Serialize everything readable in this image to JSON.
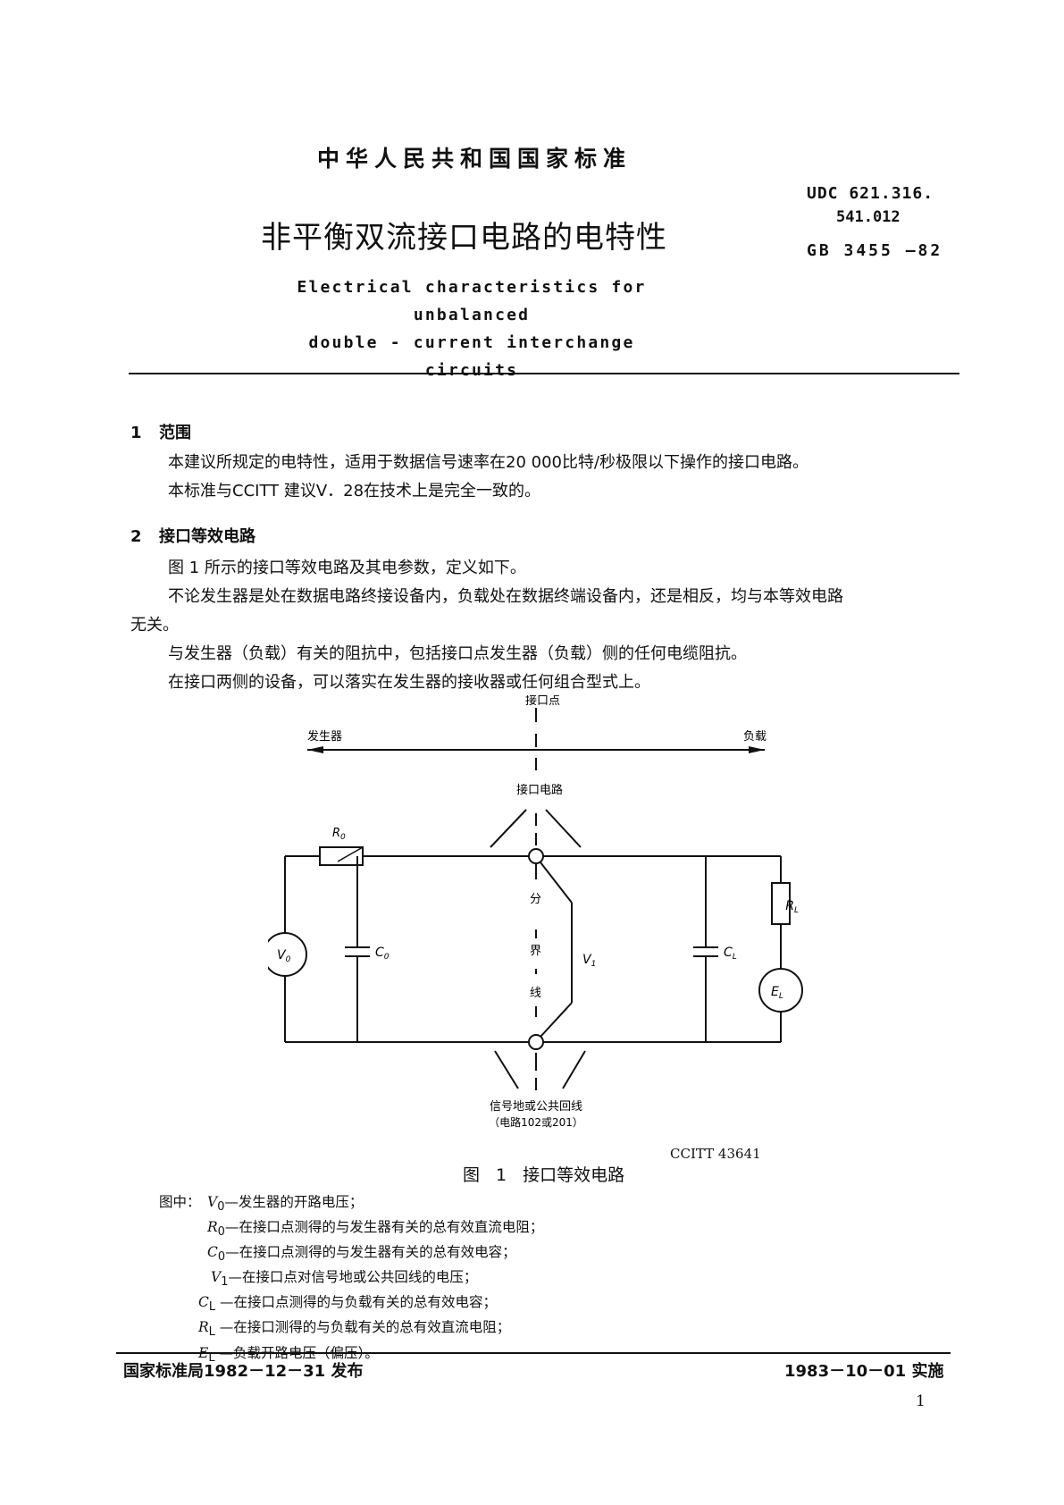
{
  "header": {
    "org": "中华人民共和国国家标准",
    "title_cn": "非平衡双流接口电路的电特性",
    "title_en_line1": "Electrical characteristics for unbalanced",
    "title_en_line2": "double - current interchange circuits",
    "udc_line1": "UDC  621.316.",
    "udc_line2": "541.012",
    "gb": "GB 3455 —82"
  },
  "sections": [
    {
      "num": "1",
      "heading": "范围",
      "paragraphs": [
        "本建议所规定的电特性，适用于数据信号速率在20 000比特/秒极限以下操作的接口电路。",
        "本标准与CCITT 建议V．28在技术上是完全一致的。"
      ]
    },
    {
      "num": "2",
      "heading": "接口等效电路",
      "paragraphs": [
        "图 1 所示的接口等效电路及其电参数，定义如下。",
        "不论发生器是处在数据电路终接设备内，负载处在数据终端设备内，还是相反，均与本等效电路",
        "无关。",
        "与发生器（负载）有关的阻抗中，包括接口点发生器（负载）侧的任何电缆阻抗。",
        "在接口两侧的设备，可以落实在发生器的接收器或任何组合型式上。"
      ]
    }
  ],
  "diagram": {
    "interface_point": "接口点",
    "generator": "发生器",
    "load": "负载",
    "interchange_circuit": "接口电路",
    "divider_chars": [
      "分",
      "界",
      "线"
    ],
    "ground_line1": "信号地或公共回线",
    "ground_line2": "（电路102或201）",
    "r0": "R",
    "r0_sub": "0",
    "c0": "C",
    "c0_sub": "0",
    "v0": "V",
    "v0_sub": "0",
    "v1": "V",
    "v1_sub": "1",
    "cl": "C",
    "cl_sub": "L",
    "rl": "R",
    "rl_sub": "L",
    "el": "E",
    "el_sub": "L"
  },
  "figure": {
    "ref": "CCITT  43641",
    "caption": "图 1  接口等效电路"
  },
  "legend": {
    "intro": "图中：",
    "items": [
      {
        "sym": "V",
        "sub": "0",
        "text": "—发生器的开路电压；"
      },
      {
        "sym": "R",
        "sub": "0",
        "text": "—在接口点测得的与发生器有关的总有效直流电阻；"
      },
      {
        "sym": "C",
        "sub": "0",
        "text": "—在接口点测得的与发生器有关的总有效电容；"
      },
      {
        "sym": "V",
        "sub": "1",
        "text": "—在接口点对信号地或公共回线的电压；"
      },
      {
        "sym": "C",
        "sub": "L",
        "text": " —在接口点测得的与负载有关的总有效电容；"
      },
      {
        "sym": "R",
        "sub": "L",
        "text": " —在接口测得的与负载有关的总有效直流电阻；"
      },
      {
        "sym": "E",
        "sub": "L",
        "text": " —负载开路电压（偏压）。"
      }
    ]
  },
  "footer": {
    "issued": "国家标准局1982－12－31 发布",
    "effective": "1983－10－01 实施",
    "page": "1"
  }
}
